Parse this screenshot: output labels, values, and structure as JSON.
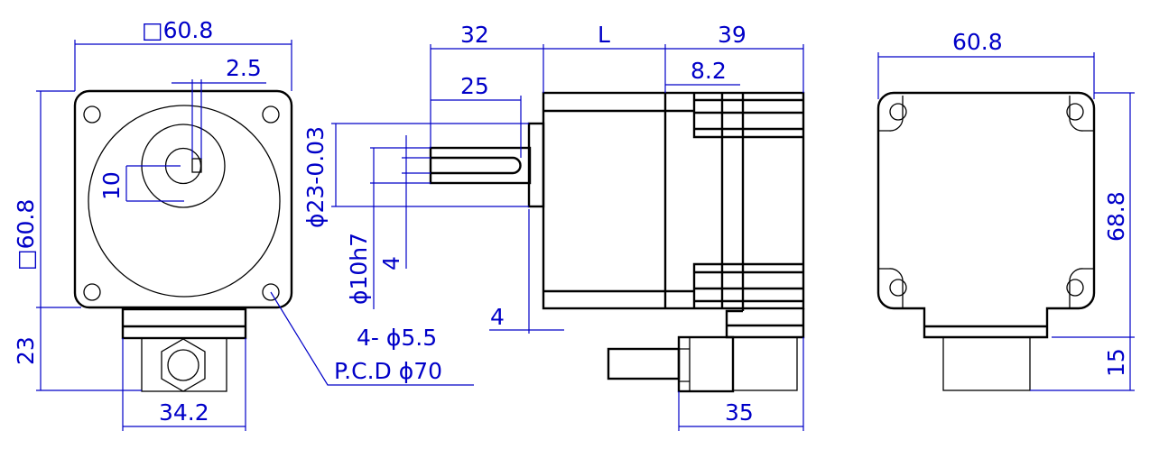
{
  "drawing": {
    "front_view": {
      "width_dim": "□60.8",
      "height_dim": "□60.8",
      "key_offset_dim": "2.5",
      "shaft_offset_dim": "10",
      "connector_height_dim": "23",
      "connector_width_dim": "34.2",
      "holes_callout": "4- ϕ5.5",
      "pcd_callout": "P.C.D ϕ70"
    },
    "side_view": {
      "shaft_length_dim": "32",
      "key_length_dim": "25",
      "body_length_dim": "L",
      "rear_length_dim": "39",
      "rear_step_dim": "8.2",
      "pilot_dia_dim": "ϕ23-0.03",
      "shaft_dia_dim": "ϕ10h7",
      "key_width_dim": "4",
      "flange_thickness_dim": "4",
      "connector_width_dim": "35"
    },
    "rear_view": {
      "width_dim": "60.8",
      "height_dim": "68.8",
      "connector_height_dim": "15"
    },
    "colors": {
      "outline": "#000000",
      "dimension": "#0000c8"
    }
  }
}
